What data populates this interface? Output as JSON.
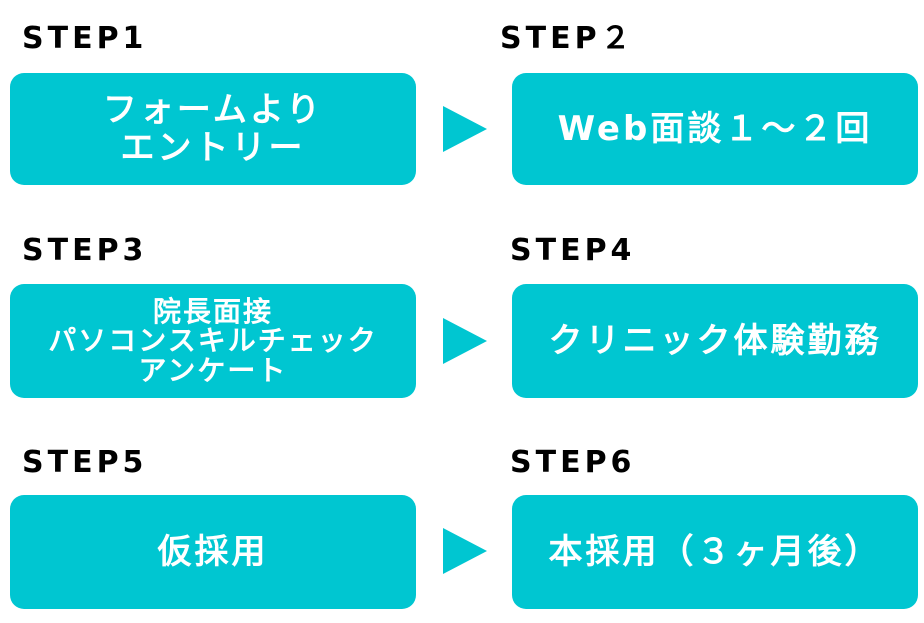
{
  "steps": [
    {
      "label": "STEP1",
      "lines": [
        "フォームより",
        "エントリー"
      ]
    },
    {
      "label": "STEP２",
      "lines": [
        "Web面談１～２回"
      ]
    },
    {
      "label": "STEP3",
      "lines": [
        "院長面接",
        "パソコンスキルチェック",
        "アンケート"
      ]
    },
    {
      "label": "STEP4",
      "lines": [
        "クリニック体験勤務"
      ]
    },
    {
      "label": "STEP5",
      "lines": [
        "仮採用"
      ]
    },
    {
      "label": "STEP6",
      "lines": [
        "本採用（３ヶ月後）"
      ]
    }
  ],
  "colors": {
    "box": "#00c6d1",
    "arrow": "#00c6d1",
    "label": "#000000",
    "box_text": "#ffffff"
  },
  "icons": [
    "play-triangle-icon"
  ]
}
